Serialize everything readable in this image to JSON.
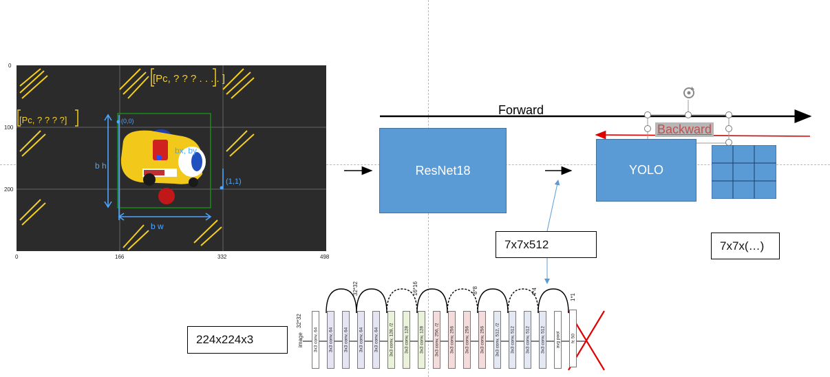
{
  "photo": {
    "y_ticks": [
      "0",
      "100",
      "200"
    ],
    "x_ticks": [
      "0",
      "166",
      "332",
      "498"
    ],
    "annotations": [
      "[Pc, ? ? ? . . . . ]",
      "[Pc, ? ? ? ?]",
      "(0,0)",
      "bx, by",
      "(1,1)",
      "b h",
      "b w"
    ]
  },
  "arrows": {
    "forward_label": "Forward",
    "backward_label": "Backward"
  },
  "blocks": {
    "resnet": "ResNet18",
    "yolo": "YOLO"
  },
  "text_boxes": {
    "feature": "7x7x512",
    "output": "7x7x(…)",
    "input": "224x224x3"
  },
  "resnet_diagram": {
    "input_label": "image",
    "size_labels": [
      "32*32",
      "32*32",
      "16*16",
      "8*8",
      "4*4",
      "1*1"
    ],
    "layers": [
      {
        "label": "3x3 conv, 64",
        "color": "#ffffff"
      },
      {
        "label": "3x3 conv, 64",
        "color": "#e4e4f3"
      },
      {
        "label": "3x3 conv, 64",
        "color": "#e4e4f3"
      },
      {
        "label": "3x3 conv, 64",
        "color": "#e4e4f3"
      },
      {
        "label": "3x3 conv, 64",
        "color": "#e4e4f3"
      },
      {
        "label": "3x3 conv, 128, /2",
        "color": "#ebf2dc"
      },
      {
        "label": "3x3 conv, 128",
        "color": "#ebf2dc"
      },
      {
        "label": "3x3 conv, 128",
        "color": "#ebf2dc"
      },
      {
        "label": "3x3 conv, 256, /2",
        "color": "#f5dcdc"
      },
      {
        "label": "3x3 conv, 256",
        "color": "#f5dcdc"
      },
      {
        "label": "3x3 conv, 256",
        "color": "#f5dcdc"
      },
      {
        "label": "3x3 conv, 256",
        "color": "#f5dcdc"
      },
      {
        "label": "3x3 conv, 512, /2",
        "color": "#e4e8f3"
      },
      {
        "label": "3x3 conv, 512",
        "color": "#e4e8f3"
      },
      {
        "label": "3x3 conv, 512",
        "color": "#e4e8f3"
      },
      {
        "label": "3x3 conv, 512",
        "color": "#e4e8f3"
      },
      {
        "label": "avg pool",
        "color": "#ffffff"
      },
      {
        "label": "fc 50",
        "color": "#ffffff"
      }
    ]
  },
  "colors": {
    "block_fill": "#5b9bd5",
    "backward_arrow": "#e00000",
    "cross": "#e00000",
    "annotation_blue": "#4da6ff",
    "annotation_yellow": "#f5d020",
    "bbox_green": "#1a8a1a"
  }
}
